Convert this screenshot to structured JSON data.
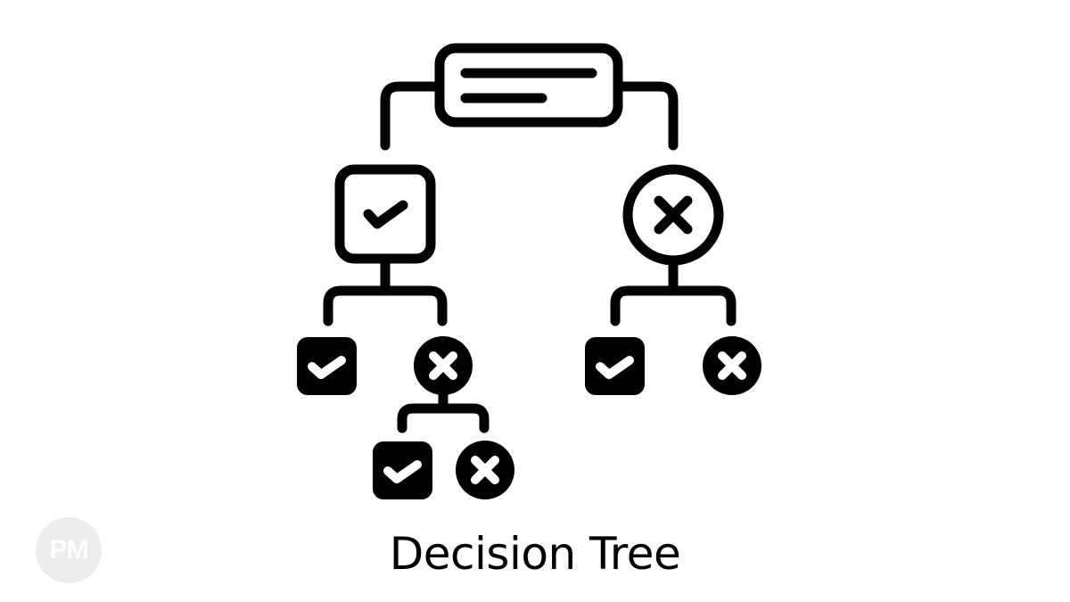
{
  "title": "Decision Tree",
  "logo": {
    "text": "PM",
    "background": "#ececec",
    "color": "#ffffff"
  },
  "colors": {
    "stroke": "#000000",
    "background": "#ffffff"
  },
  "diagram": {
    "root": {
      "type": "document-box",
      "lines": 2
    },
    "level1": [
      {
        "type": "outline-square-check",
        "children": [
          "solid-square-check",
          "solid-circle-x"
        ]
      },
      {
        "type": "outline-circle-x",
        "children": [
          "solid-square-check",
          "solid-circle-x"
        ]
      }
    ],
    "level2_expanded": {
      "parent": "solid-circle-x",
      "children": [
        "solid-square-check",
        "solid-circle-x"
      ]
    }
  }
}
